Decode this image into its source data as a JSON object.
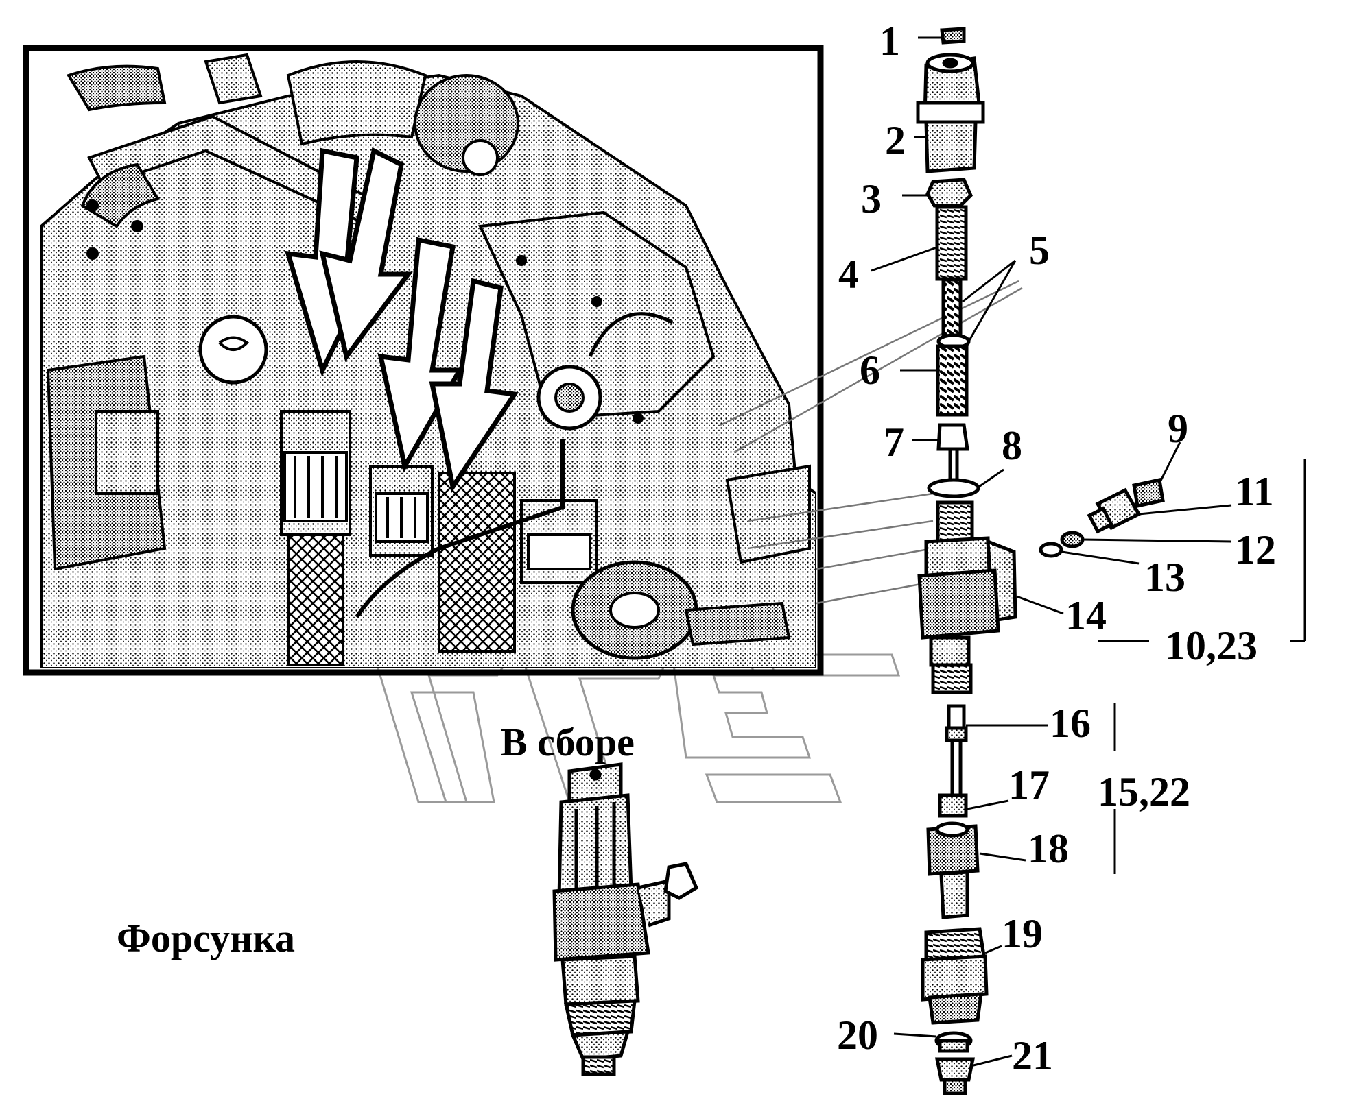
{
  "caption": {
    "title": "Форсунка",
    "assembly": "В сборе"
  },
  "callouts": {
    "c1": "1",
    "c2": "2",
    "c3": "3",
    "c4": "4",
    "c5": "5",
    "c6": "6",
    "c7": "7",
    "c8": "8",
    "c9": "9",
    "c11": "11",
    "c12": "12",
    "c13": "13",
    "c14": "14",
    "c16": "16",
    "c17": "17",
    "c18": "18",
    "c19": "19",
    "c20": "20",
    "c21": "21",
    "g1023": "10,23",
    "g1522": "15,22"
  },
  "colors": {
    "ink": "#000000",
    "paper": "#ffffff",
    "watermark": "#9a9a9a"
  },
  "icons": [
    "engine-illustration",
    "injector-assembly-drawing",
    "exploded-parts-drawing",
    "watermark-logo"
  ]
}
